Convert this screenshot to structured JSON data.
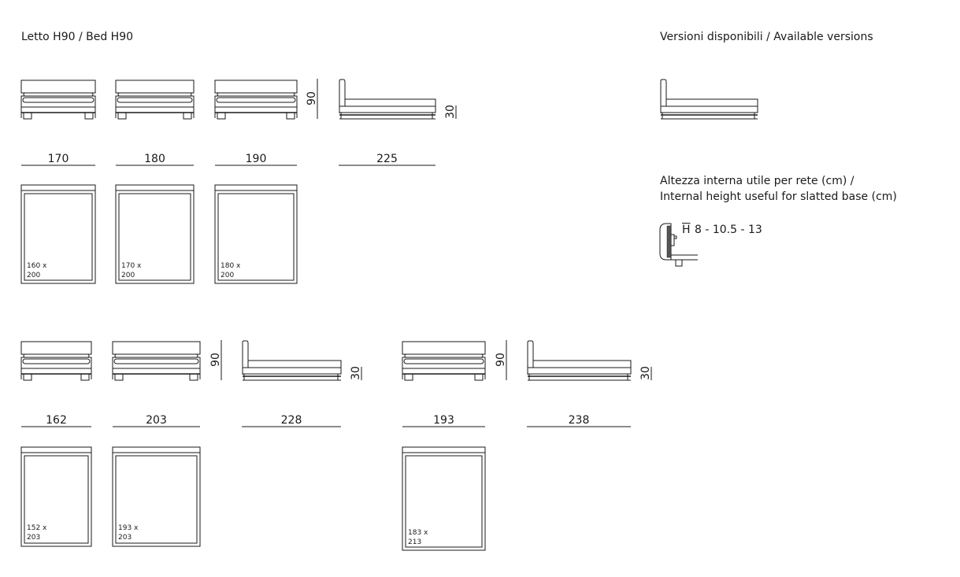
{
  "header": {
    "left_title": "Letto H90 / Bed H90",
    "right_title": "Versioni disponibili / Available versions"
  },
  "slatted_base": {
    "line1": "Altezza interna utile per rete (cm) /",
    "line2": "Internal height useful for slatted base (cm)",
    "h_label": "H",
    "h_values": "8 - 10.5 - 13"
  },
  "row1": {
    "widths": [
      "170",
      "180",
      "190"
    ],
    "length": "225",
    "height": "90",
    "leg_height": "30",
    "mattresses": [
      {
        "a": "160 x",
        "b": "200"
      },
      {
        "a": "170 x",
        "b": "200"
      },
      {
        "a": "180 x",
        "b": "200"
      }
    ]
  },
  "row2a": {
    "widths": [
      "162",
      "203"
    ],
    "length": "228",
    "height": "90",
    "leg_height": "30",
    "mattresses": [
      {
        "a": "152 x",
        "b": "203"
      },
      {
        "a": "193 x",
        "b": "203"
      }
    ]
  },
  "row2b": {
    "width": "193",
    "length": "238",
    "height": "90",
    "leg_height": "30",
    "mattress": {
      "a": "183 x",
      "b": "213"
    }
  }
}
